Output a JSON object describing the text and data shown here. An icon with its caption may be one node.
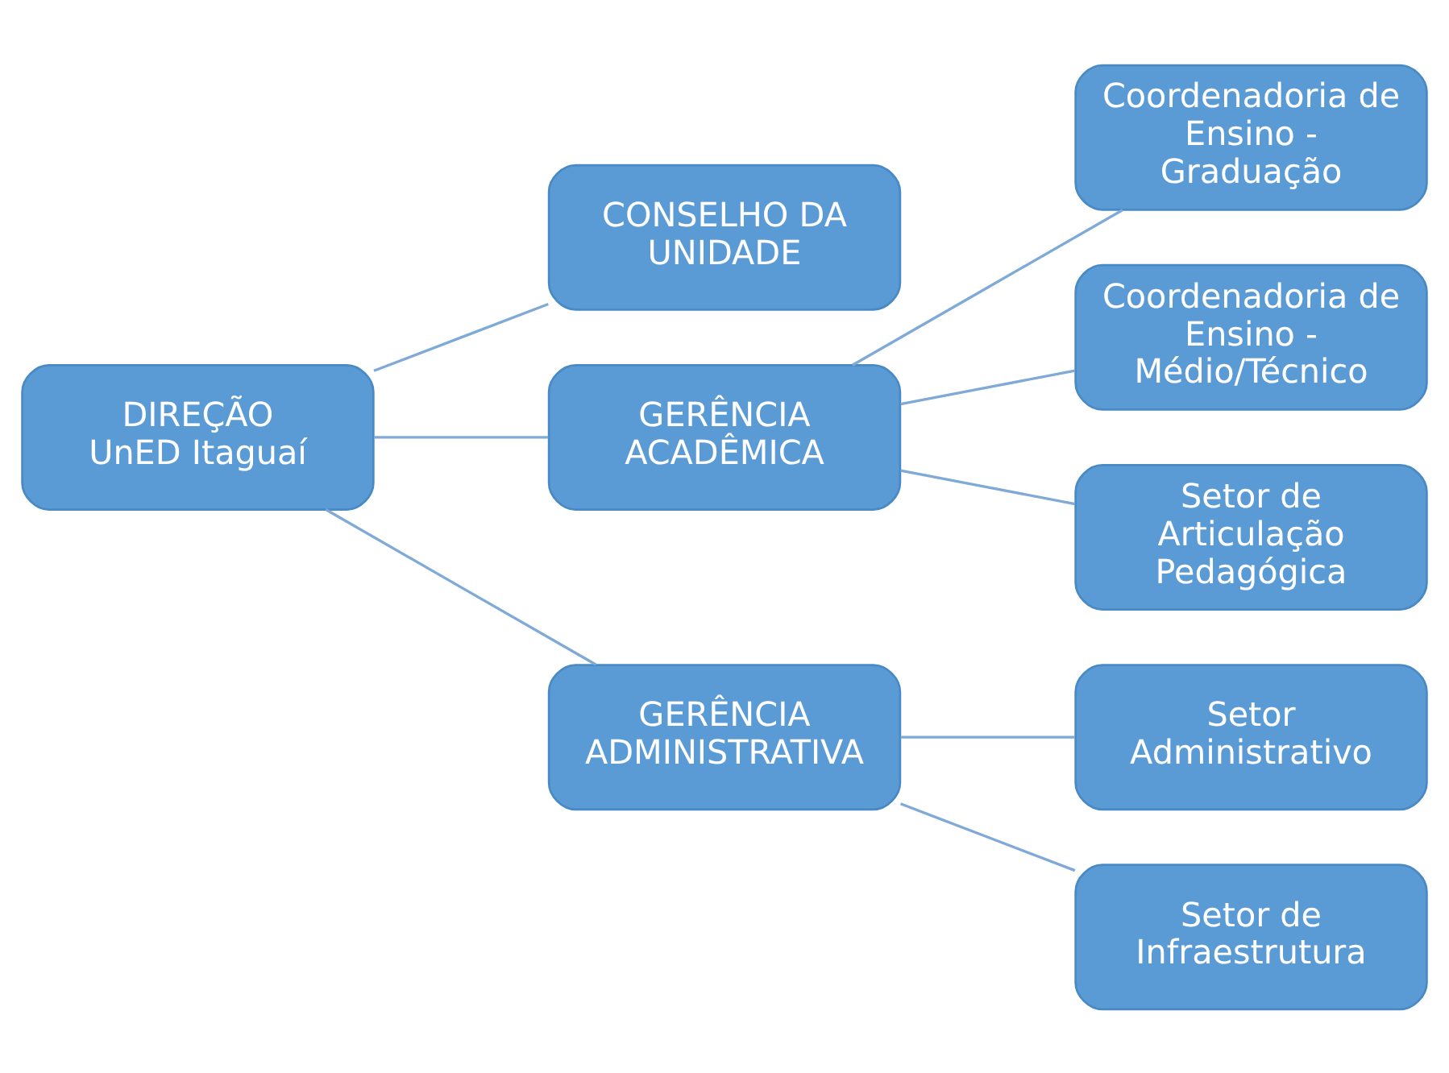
{
  "diagram": {
    "nodes": [
      {
        "text": [
          "DIREÇÃO",
          "UnED Itaguaí"
        ]
      },
      {
        "text": [
          "CONSELHO DA UNIDADE"
        ]
      },
      {
        "text": [
          "GERÊNCIA ACADÊMICA"
        ]
      },
      {
        "text": [
          "GERÊNCIA ADMINISTRATIVA"
        ]
      },
      {
        "text": [
          "Coordenadoria de Ensino - Graduação"
        ]
      },
      {
        "text": [
          "Coordenadoria de Ensino - Médio/Técnico"
        ]
      },
      {
        "text": [
          "Setor de Articulação Pedagógica"
        ]
      },
      {
        "text": [
          "Setor Administrativo"
        ]
      },
      {
        "text": [
          "Setor de Infraestrutura"
        ]
      }
    ],
    "edges": [
      {
        "from": 0,
        "to": 1,
        "arrow": "none"
      },
      {
        "from": 0,
        "to": 2,
        "arrow": "none"
      },
      {
        "from": 0,
        "to": 3,
        "arrow": "none"
      },
      {
        "from": 2,
        "to": 4,
        "arrow": "none"
      },
      {
        "from": 2,
        "to": 5,
        "arrow": "none"
      },
      {
        "from": 2,
        "to": 6,
        "arrow": "none"
      },
      {
        "from": 3,
        "to": 7,
        "arrow": "none"
      },
      {
        "from": 3,
        "to": 8,
        "arrow": "none"
      }
    ]
  }
}
